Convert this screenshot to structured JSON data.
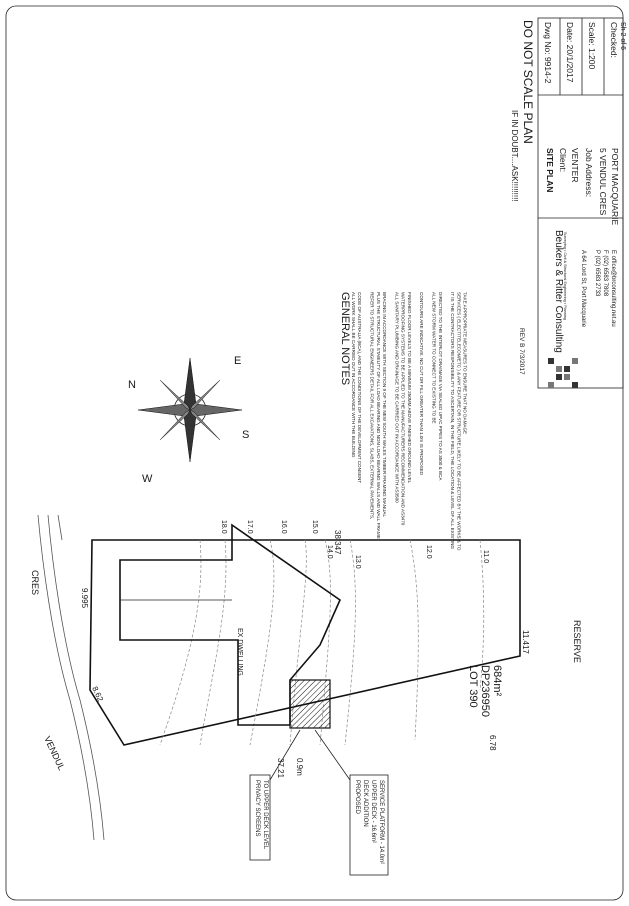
{
  "site": {
    "street_name_a": "VENDUL",
    "street_name_b": "CRES",
    "reserve_label": "RESERVE",
    "dimensions": {
      "front_top": "9.995",
      "front_chamfer": "8.62",
      "right_side": "38.347",
      "left_side": "37.21",
      "rear": "11.417",
      "rear_small": "6.78",
      "setback": "0.9m"
    },
    "dwelling_label": "EX DWELLING",
    "lot": {
      "line1": "LOT 390",
      "line2": "DP236950",
      "line3": "684m²"
    },
    "contours": [
      "18.0",
      "17.0",
      "16.0",
      "15.0",
      "14.0",
      "13.0",
      "12.0",
      "11.0"
    ],
    "callouts": {
      "privacy_line1": "PRIVACY SCREENS",
      "privacy_line2": "TO UPPER DECK LEVEL",
      "proposed_line1": "PROPOSED",
      "proposed_line2": "DECK ADDITION",
      "proposed_line3": "UPPER DECK - 16.6m²",
      "proposed_line4": "SERVICE PLATFORM - 14.0m²"
    }
  },
  "compass": {
    "n": "N",
    "e": "E",
    "s": "S",
    "w": "W"
  },
  "notes": {
    "heading": "GENERAL NOTES",
    "lines": [
      "ALL WORK SHALL BE CARRIED OUT IN ACCORDANCE WITH THE BUILDING",
      "CODE OF AUSTRALIA (BCA), AND THE CONDITIONS OF THE DEVELOPMENT CONSENT",
      "REFER TO STRUCTURAL ENGINEERS DETAIL FOR ALL EXCAVATIONS, SLABS, EXTERNAL PAVEMENTS,",
      "PLUS THE STRUCTURAL STABILITY OF ALL LOAD BEARING AND NON LOAD BEARING WALLS AND WALL FRAME",
      "BRACING IN ACCORDANCE WITH SECTION 9 OF THE NEW SOUTH WALES TIMBER FRAMING MANUAL",
      "ALL SANITARY PLUMBING AND DRAINAGE TO BE CARRIED OUT IN ACCORDANCE WITH AS3500",
      "WATERPROOFING SYSTEMS TO BE APPLIED TO THE MANUFACTURERS RECOMMENDATION AND AS3470",
      "FINISHED FLOOR LEVELS TO BE A MINIMUM 250MM ABOVE FINISHED GROUND LEVEL",
      "CONTOURS ARE INDICATIVE. NO CUT OR FILL GREATER THAN 1.0m IS PROPOSED",
      "ALL NEW STORM WATER TO CONNECT TO EXISTING TO BE",
      "DIRECTED TO THE INTERLOT DRAINAGE VIA SEALED UPVC PIPES TO AS 3500 & BCA",
      "IT IS THE CONTRACTORS RESPONSIBILITY TO ASCERTAIN, IN THE FIELD, THE LOCATION & LEVEL OF ALL EXISTING",
      "SERVICES ( ELECT/TELECOM/ETC ) & ANY FEATURE OR STRUCTURE LIKELY TO BE AFFECTED BY THE WORKS & TO",
      "TAKE APPROPRIATE MEASURES TO ENSURE THAT NO DAMAGE"
    ],
    "revision": "REV B 7/3/2017",
    "if_in_doubt": "IF IN DOUBT....ASK!!!!!!!!!",
    "do_not_scale": "DO NOT SCALE PLAN"
  },
  "title_block": {
    "company": "Beukers & Ritter Consulting",
    "company_sub": "Surveying • Civil & Structural Engineering • Planning",
    "address": "A  64 Lord St, Port Macquarie",
    "phone": "P  (02) 6583 2733",
    "fax": "F  (02) 6583 7808",
    "email": "E  office@brconsulting.net.au",
    "sheet_title": "SITE PLAN",
    "client_label": "Client:",
    "client_value": "VENTER",
    "job_label": "Job Address:",
    "job_line1": "5 VENDUL CRES",
    "job_line2": "PORT MACQUARIE",
    "dwg_no": "Dwg No:   9914-2",
    "date": "Date:   20/1/2017",
    "scale": "Scale:  1:200",
    "checked": "Checked:",
    "sheet": "Sh   2   of   6"
  }
}
